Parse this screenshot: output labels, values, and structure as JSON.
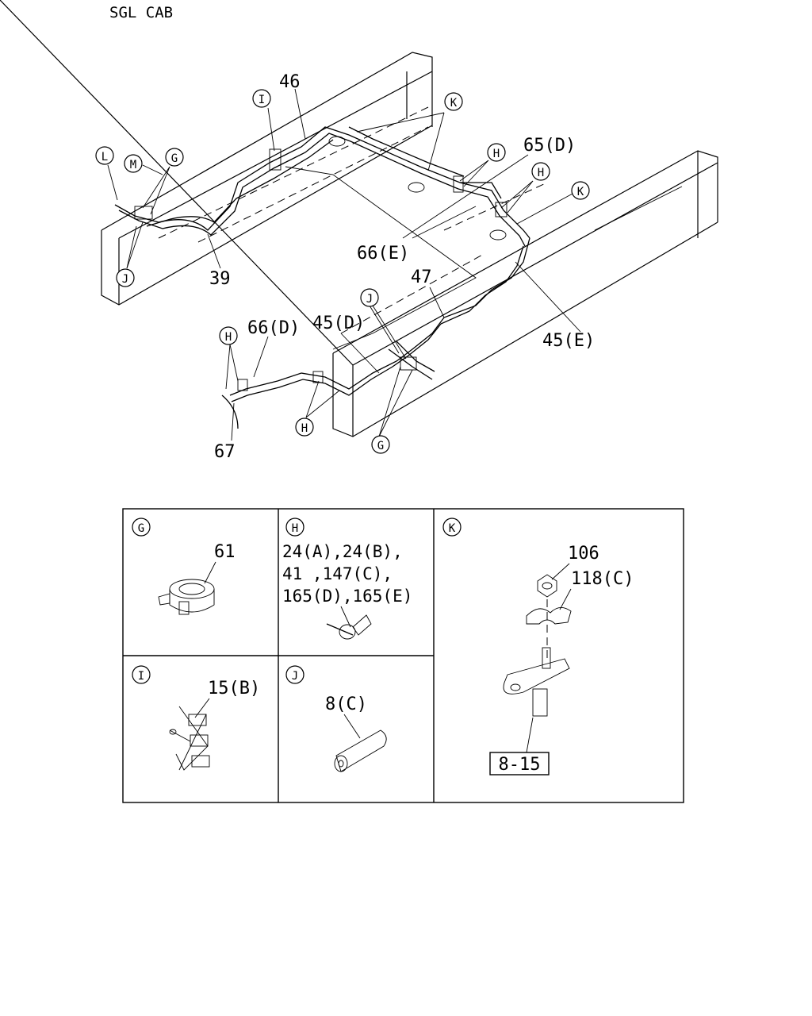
{
  "header": {
    "title": "SGL CAB"
  },
  "callouts": {
    "i_top": "I",
    "l": "L",
    "m": "M",
    "g_top": "G",
    "j_left": "J",
    "k_top": "K",
    "h_top1": "H",
    "h_top2": "H",
    "k_right": "K",
    "j_mid": "J",
    "h_left": "H",
    "h_bottom": "H",
    "g_bottom": "G"
  },
  "parts": {
    "p46": "46",
    "p65d": "65(D)",
    "p39": "39",
    "p66e": "66(E)",
    "p47": "47",
    "p66d": "66(D)",
    "p45d": "45(D)",
    "p45e": "45(E)",
    "p67": "67"
  },
  "detail": {
    "g": {
      "letter": "G",
      "part": "61"
    },
    "h": {
      "letter": "H",
      "line1": "24(A),24(B),",
      "line2": "41 ,147(C),",
      "line3": "165(D),165(E)"
    },
    "k": {
      "letter": "K",
      "part1": "106",
      "part2": "118(C)",
      "ref": "8-15"
    },
    "i": {
      "letter": "I",
      "part": "15(B)"
    },
    "j": {
      "letter": "J",
      "part": "8(C)"
    }
  }
}
